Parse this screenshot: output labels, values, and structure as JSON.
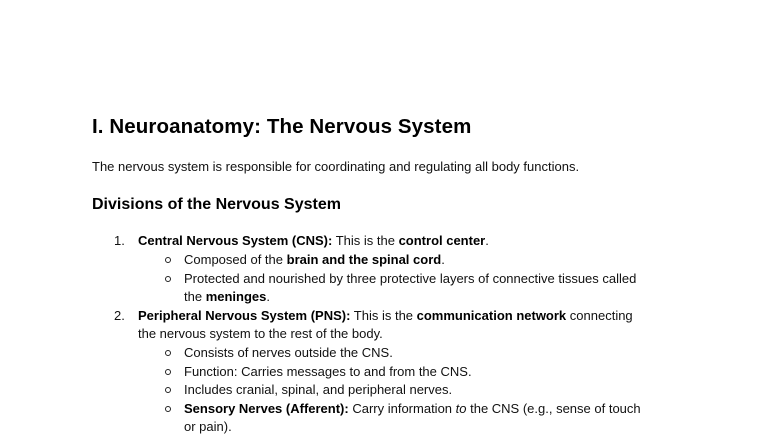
{
  "document": {
    "title": "I. Neuroanatomy: The Nervous System",
    "intro": "The nervous system is responsible for coordinating and regulating all body functions.",
    "section_heading": "Divisions of the Nervous System",
    "list": [
      {
        "number": "1.",
        "term": "Central Nervous System (CNS):",
        "text_before": " This is the ",
        "emphasis": "control center",
        "text_after": ".",
        "subitems": [
          {
            "text_before": "Composed of the ",
            "emphasis": "brain and the spinal cord",
            "text_after": "."
          },
          {
            "line1": "Protected and nourished by three protective layers of connective tissues called",
            "line2_before": "the ",
            "line2_emphasis": "meninges",
            "line2_after": "."
          }
        ]
      },
      {
        "number": "2.",
        "term": "Peripheral Nervous System (PNS):",
        "text_before": " This is the ",
        "emphasis": "communication network",
        "text_after": " connecting",
        "line2": "the nervous system to the rest of the body.",
        "subitems": [
          {
            "text": "Consists of nerves outside the CNS."
          },
          {
            "text": "Function: Carries messages to and from the CNS."
          },
          {
            "text": "Includes cranial, spinal, and peripheral nerves."
          },
          {
            "term": "Sensory Nerves (Afferent):",
            "text_before": " Carry information ",
            "italic": "to",
            "text_after": " the CNS (e.g., sense of touch",
            "line2": "or pain)."
          }
        ]
      }
    ]
  }
}
